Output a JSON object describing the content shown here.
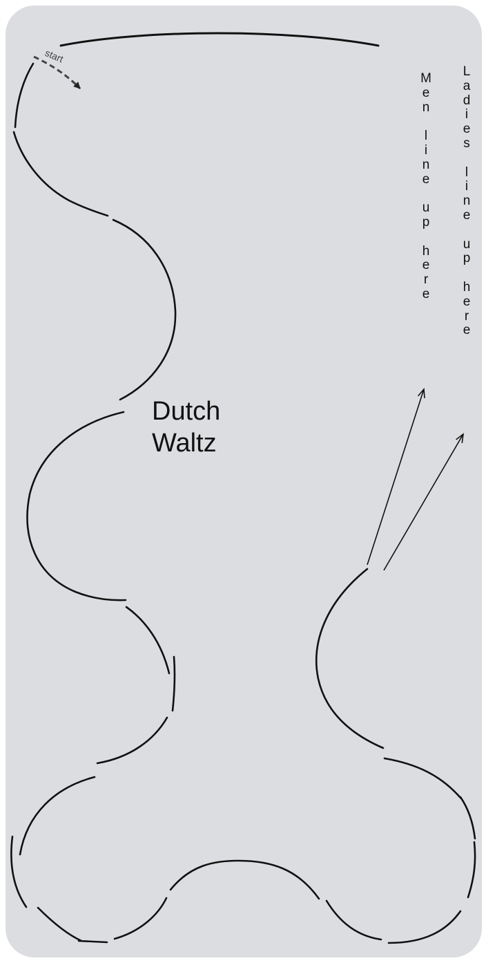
{
  "diagram": {
    "title_line_1": "Dutch",
    "title_line_2": "Waltz",
    "start_label": "start",
    "men_label_letters": [
      "M",
      "e",
      "n",
      "",
      "l",
      "i",
      "n",
      "e",
      "",
      "u",
      "p",
      "",
      "h",
      "e",
      "r",
      "e"
    ],
    "ladies_label_letters": [
      "L",
      "a",
      "d",
      "i",
      "e",
      "s",
      "",
      "l",
      "i",
      "n",
      "e",
      "",
      "u",
      "p",
      "",
      "h",
      "e",
      "r",
      "e"
    ],
    "colors": {
      "background_panel": "#dcdde0",
      "line": "#111111",
      "start_marker": "#444444"
    },
    "icons": {
      "start_arrow": "dashed-arrow-icon",
      "direction_arrows": "arrow-icon"
    }
  }
}
